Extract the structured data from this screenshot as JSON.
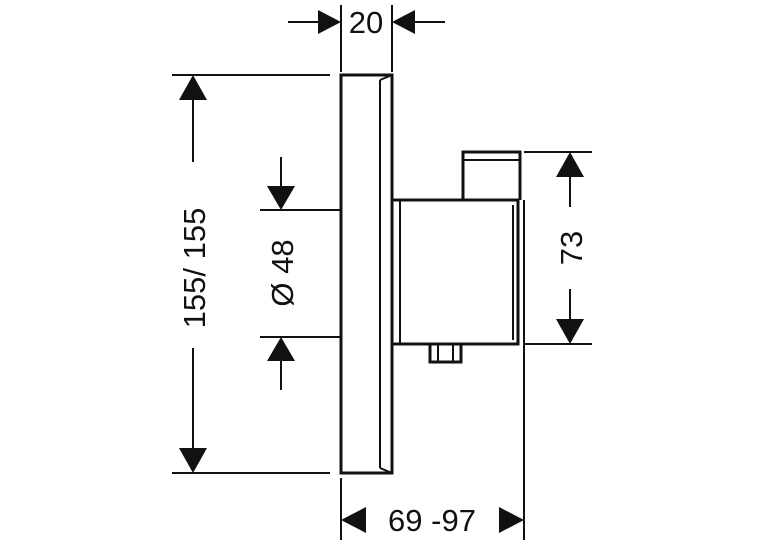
{
  "dimensions": {
    "plate_thickness": "20",
    "plate_height": "155/ 155",
    "spindle_diameter": "Ø 48",
    "body_height": "73",
    "installation_depth": "69 -97"
  }
}
